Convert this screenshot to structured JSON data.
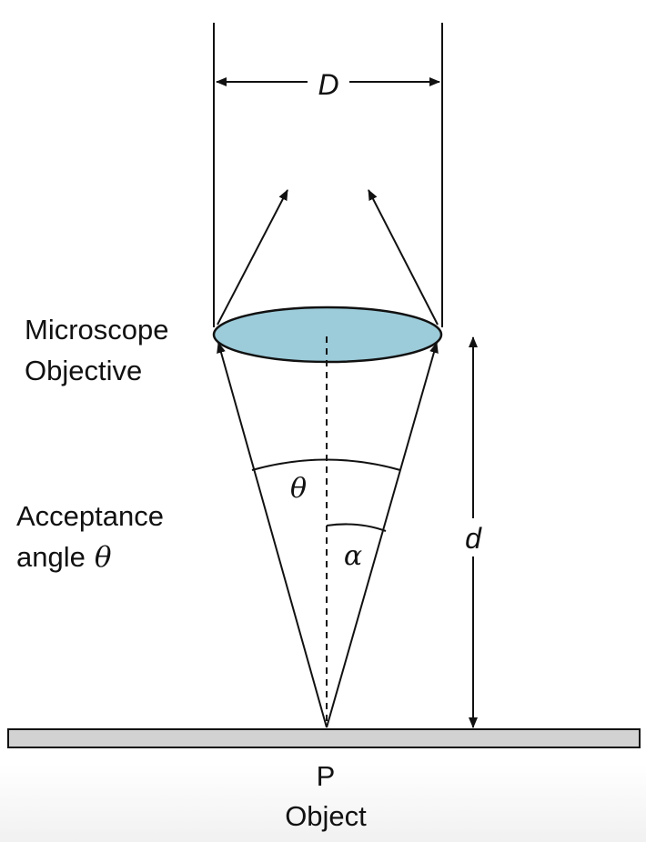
{
  "labels": {
    "width_symbol": "D",
    "distance_symbol": "d",
    "lens_line1": "Microscope",
    "lens_line2": "Objective",
    "acceptance_line1": "Acceptance",
    "acceptance_line2_word": "angle",
    "acceptance_line2_symbol": "θ",
    "theta_symbol": "θ",
    "alpha_symbol": "α",
    "point_label": "P",
    "object_label": "Object"
  },
  "colors": {
    "lens_fill": "#9ccbd9",
    "object_fill": "#d2d2d2",
    "line": "#111111",
    "background": "#ffffff"
  }
}
